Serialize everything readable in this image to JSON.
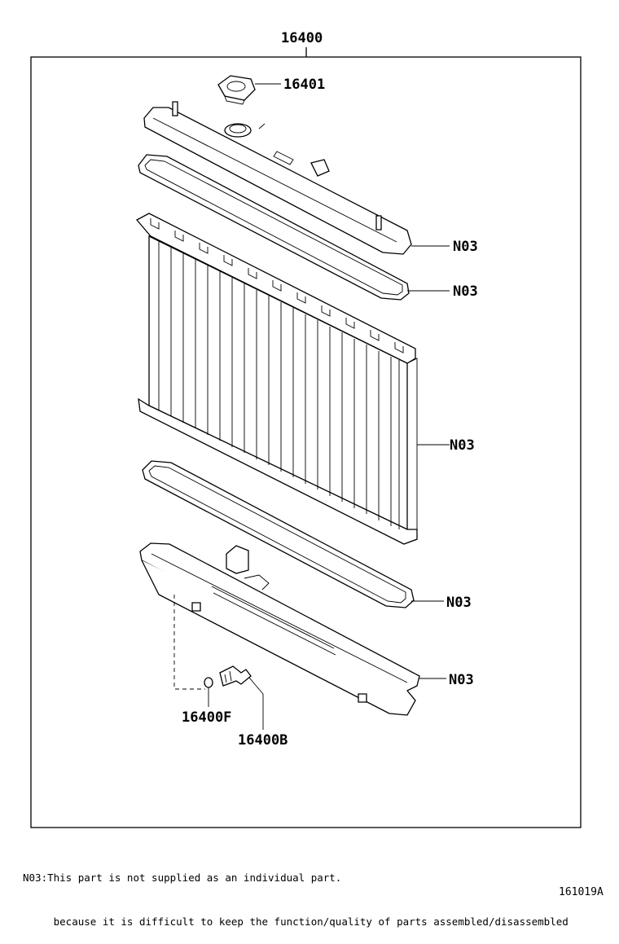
{
  "labels": {
    "assembly": "16400",
    "cap": "16401",
    "upper_tank": "N03",
    "upper_gasket": "N03",
    "core": "N03",
    "lower_gasket": "N03",
    "lower_tank": "N03",
    "drain_oring": "16400F",
    "drain_cock": "16400B"
  },
  "note": {
    "line1": "N03:This part is not supplied as an individual part.",
    "line2": "     because it is difficult to keep the function/quality of parts assembled/disassembled"
  },
  "drawing_id": "161019A",
  "icons": [
    "radiator-cap-icon",
    "upper-tank-icon",
    "gasket-icon",
    "radiator-core-icon",
    "lower-tank-icon",
    "drain-cock-icon",
    "o-ring-icon"
  ]
}
